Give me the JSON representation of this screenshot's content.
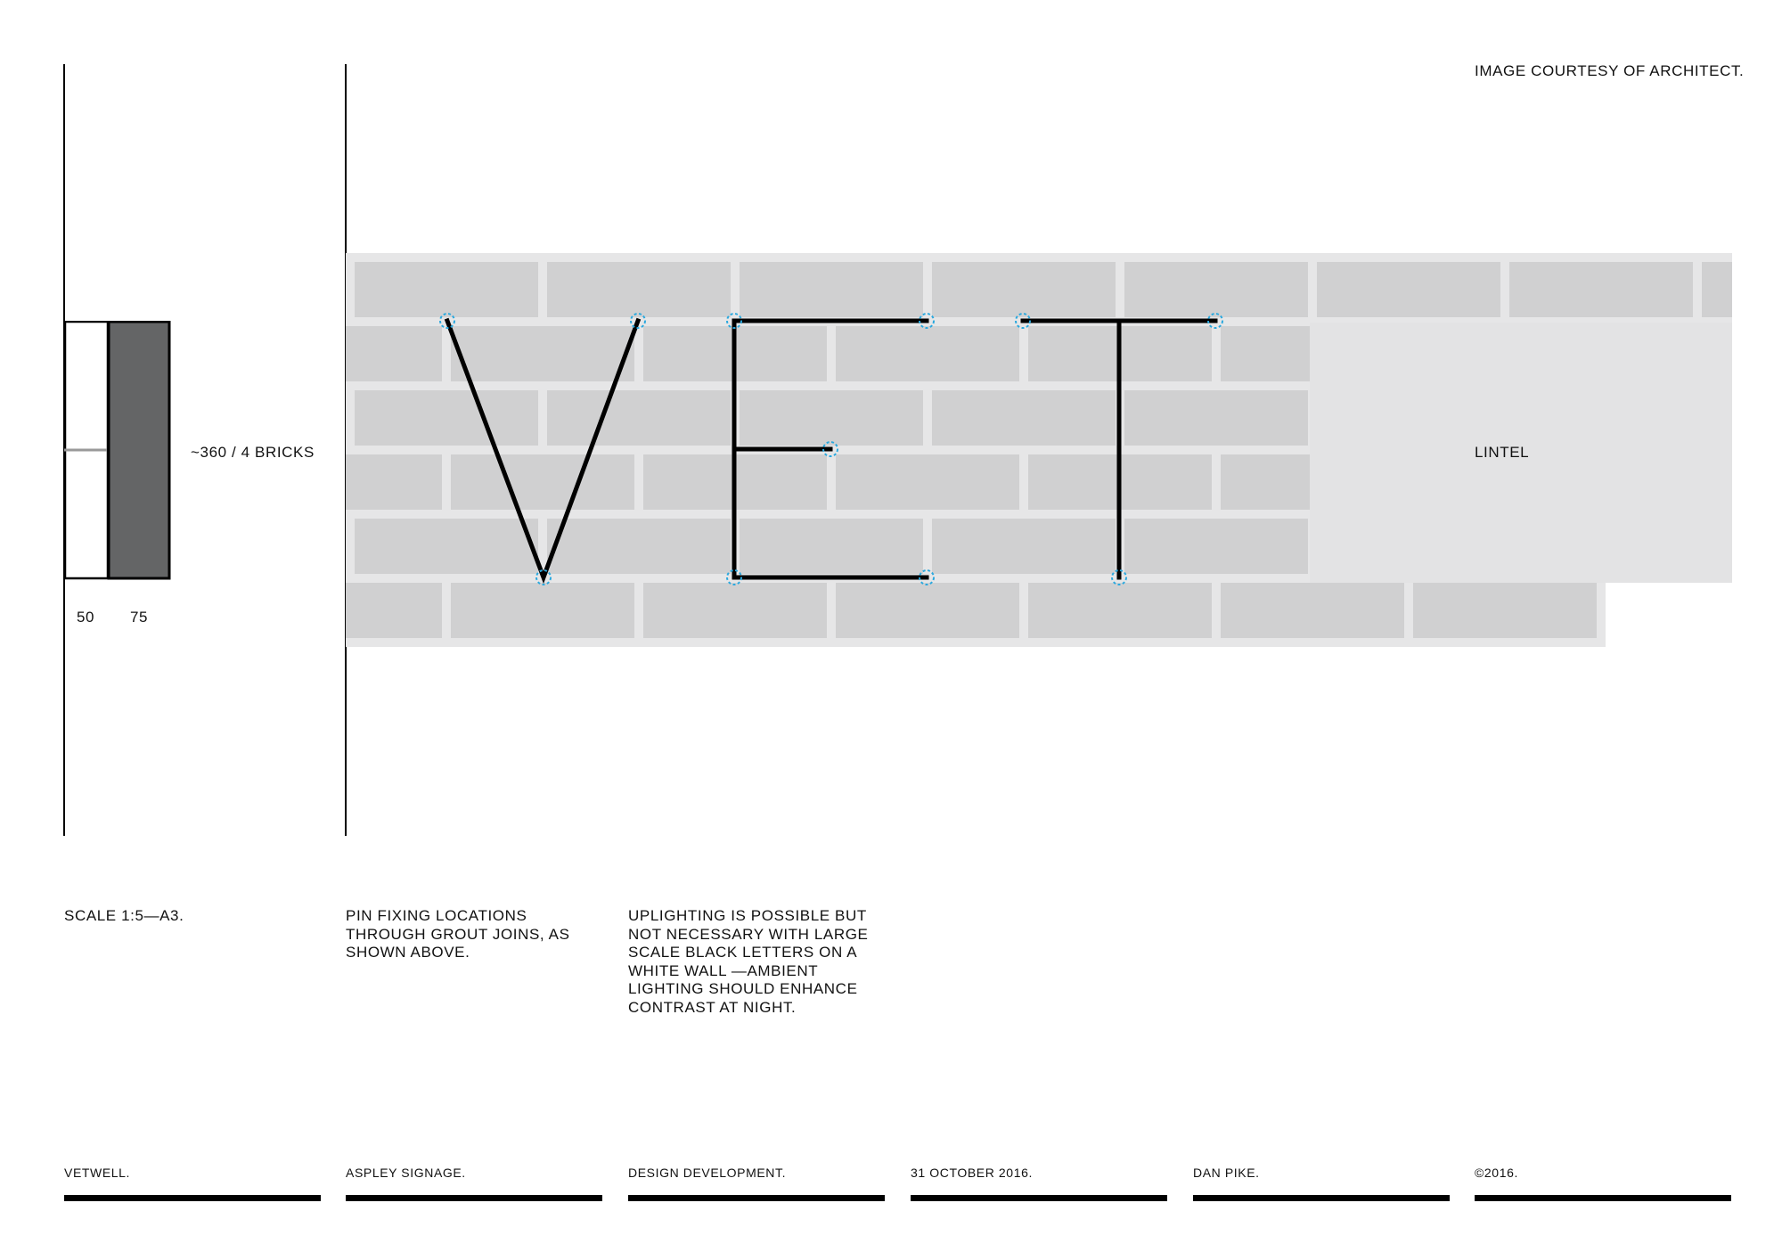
{
  "credit": "IMAGE COURTESY OF ARCHITECT.",
  "section": {
    "height_label": "~360 / 4 BRICKS",
    "dimensions": [
      "50",
      "75"
    ]
  },
  "elevation": {
    "letters": "VET",
    "lintel_label": "LINTEL"
  },
  "notes": {
    "scale": "SCALE 1:5—A3.",
    "pin_fixing": "PIN FIXING LOCATIONS THROUGH GROUT JOINS, AS SHOWN ABOVE.",
    "uplighting": "UPLIGHTING IS POSSIBLE BUT NOT NECESSARY WITH LARGE SCALE BLACK LETTERS ON A WHITE WALL —AMBIENT LIGHTING SHOULD ENHANCE CONTRAST AT NIGHT."
  },
  "footer": [
    "VETWELL.",
    "ASPLEY SIGNAGE.",
    "DESIGN DEVELOPMENT.",
    "31 OCTOBER 2016.",
    "DAN PIKE.",
    "©2016."
  ],
  "colors": {
    "mortar": "#e6e6e7",
    "brick": "#d0d0d1",
    "lintel": "#e3e3e4",
    "letter": "#000000",
    "fixing_point": "#2aa8de",
    "section_fill": "#646566"
  }
}
